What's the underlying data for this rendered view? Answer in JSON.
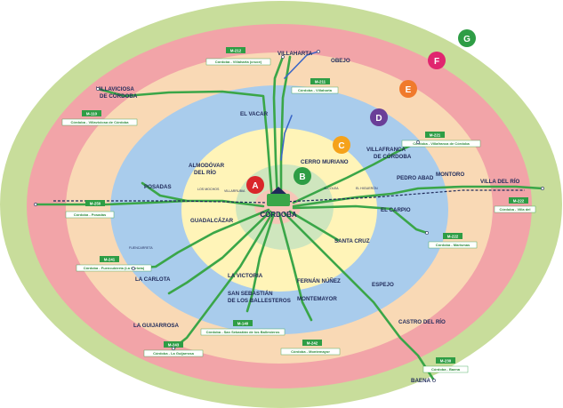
{
  "colors": {
    "zone_G": "#c8dd9b",
    "zone_F": "#f2a4a8",
    "zone_E": "#f9d9b5",
    "zone_D": "#a9ccec",
    "zone_C": "#fff4b8",
    "zone_B": "#cfe6be",
    "zone_A": "#f6c6b8",
    "route": "#3aa648",
    "rail": "#1f2a5a",
    "badge_G": "#2e9d45",
    "badge_F": "#e0266f",
    "badge_E": "#f07a2c",
    "badge_D": "#6a3e98",
    "badge_C": "#f5a21b",
    "badge_B": "#2e9d45",
    "badge_A": "#d9262a"
  },
  "zones": [
    "A",
    "B",
    "C",
    "D",
    "E",
    "F",
    "G"
  ],
  "center": {
    "name": "CÓRDOBA"
  },
  "towns": {
    "villaharta": "VILLAHARTA",
    "obejo": "OBEJO",
    "villaviciosa": "VILLAVICIOSA",
    "villaviciosa2": "DE CÓRDOBA",
    "el_vacar": "EL VACAR",
    "cerro_muriano": "CERRO MURIANO",
    "almodovar": "ALMODÓVAR",
    "almodovar2": "DEL RÍO",
    "villafranca": "VILLAFRANCA",
    "villafranca2": "DE CÓRDOBA",
    "montoro": "MONTORO",
    "villa_del_rio": "VILLA DEL RÍO",
    "pedro_abad": "PEDRO ABAD",
    "el_carpio": "EL CARPIO",
    "posadas": "POSADAS",
    "los_mochos": "LOS MOCHOS",
    "guadalcazar": "GUADALCÁZAR",
    "fuencarreta": "FUENCARRETA",
    "santa_cruz": "SANTA CRUZ",
    "la_victoria": "LA VICTORIA",
    "la_carlota": "LA CARLOTA",
    "san_sebastian": "SAN SEBASTIÁN",
    "san_sebastian2": "DE LOS BALLESTEROS",
    "fernan_nunez": "FERNÁN NÚÑEZ",
    "montemayor": "MONTEMAYOR",
    "espejo": "ESPEJO",
    "la_guijarrosa": "LA GUIJARROSA",
    "castro_del_rio": "CASTRO DEL RÍO",
    "baena": "BAENA",
    "alcolea": "ALCOLEA",
    "villarrubia": "VILLARRUBIA",
    "el_higueron": "EL HIGUERÓN"
  },
  "routes": [
    {
      "code": "M-212",
      "label": "Córdoba - Villaharta (cruce)"
    },
    {
      "code": "M-211",
      "label": "Córdoba - Villaharta"
    },
    {
      "code": "M-110",
      "label": "Córdoba - Villaviciosa de Córdoba"
    },
    {
      "code": "M-221",
      "label": "Córdoba - Villafranca de Córdoba"
    },
    {
      "code": "M-250",
      "label": "Córdoba - Posadas"
    },
    {
      "code": "M-222",
      "label": "Córdoba - Villa del"
    },
    {
      "code": "M-222",
      "label": "Córdoba - Marismas"
    },
    {
      "code": "M-241",
      "label": "Córdoba - Fuencubierta (La Carlota)"
    },
    {
      "code": "M-140",
      "label": "Córdoba - San Sebastián de los Ballesteros"
    },
    {
      "code": "M-242",
      "label": "Córdoba - Montemayor"
    },
    {
      "code": "M-243",
      "label": "Córdoba - La Guijarrosa"
    },
    {
      "code": "M-230",
      "label": "Córdoba - Baena"
    }
  ]
}
